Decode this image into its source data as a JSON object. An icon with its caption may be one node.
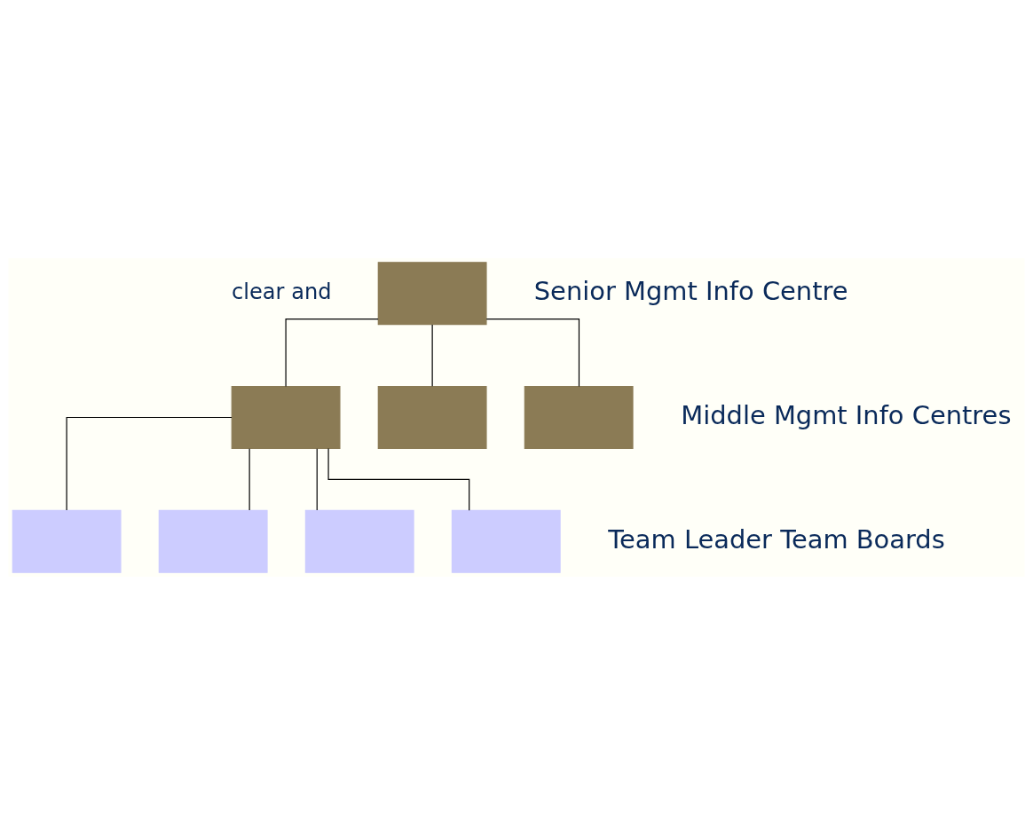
{
  "diagram": {
    "nodes": [
      {
        "text": [],
        "shape": "box",
        "beside": [
          "Senior Mgmt Info Centre"
        ]
      },
      {
        "text": [],
        "shape": "box"
      },
      {
        "text": [],
        "shape": "box"
      },
      {
        "text": [],
        "shape": "box",
        "beside": [
          "Middle Mgmt Info Centres"
        ]
      },
      {
        "text": [],
        "shape": "box"
      },
      {
        "text": [],
        "shape": "box"
      },
      {
        "text": [],
        "shape": "box"
      },
      {
        "text": [],
        "shape": "box",
        "beside": [
          "Team Leader Team Boards"
        ]
      }
    ],
    "edges": [
      {
        "from": 0,
        "to": 1,
        "arrow": "none"
      },
      {
        "from": 0,
        "to": 2,
        "arrow": "none"
      },
      {
        "from": 0,
        "to": 3,
        "arrow": "none"
      },
      {
        "from": 1,
        "to": 4,
        "arrow": "none"
      },
      {
        "from": 1,
        "to": 5,
        "arrow": "none"
      },
      {
        "from": 1,
        "to": 6,
        "arrow": "none"
      },
      {
        "from": 1,
        "to": 7,
        "arrow": "none"
      }
    ],
    "labels": [
      "clear and"
    ]
  }
}
